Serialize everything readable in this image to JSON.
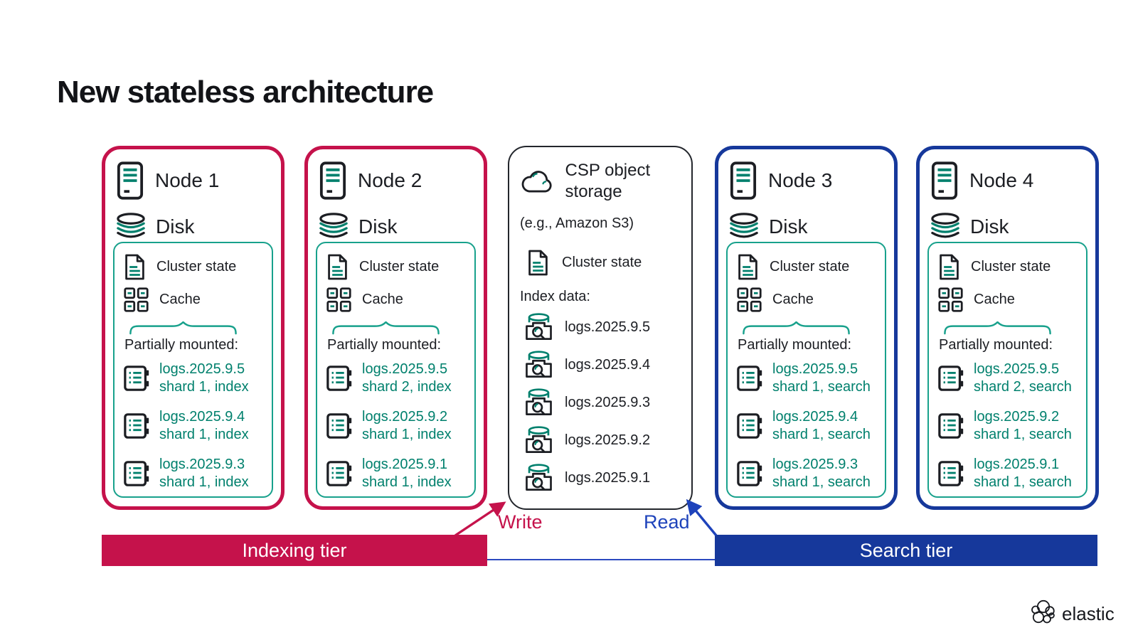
{
  "title": "New stateless architecture",
  "colors": {
    "indexing_red": "#c5124b",
    "search_navy": "#16389b",
    "teal_text": "#00806d",
    "teal_stroke": "#18a18c",
    "blue_accent": "#1e43bb",
    "ink": "#1c1e23"
  },
  "nodes": [
    {
      "label": "Node 1",
      "tier": "indexing",
      "disk_label": "Disk",
      "cluster_state_label": "Cluster state",
      "cache_label": "Cache",
      "partially_mounted_label": "Partially mounted:",
      "shards": [
        {
          "index": "logs.2025.9.5",
          "detail": "shard 1, index"
        },
        {
          "index": "logs.2025.9.4",
          "detail": "shard 1, index"
        },
        {
          "index": "logs.2025.9.3",
          "detail": "shard 1, index"
        }
      ]
    },
    {
      "label": "Node 2",
      "tier": "indexing",
      "disk_label": "Disk",
      "cluster_state_label": "Cluster state",
      "cache_label": "Cache",
      "partially_mounted_label": "Partially mounted:",
      "shards": [
        {
          "index": "logs.2025.9.5",
          "detail": "shard 2, index"
        },
        {
          "index": "logs.2025.9.2",
          "detail": "shard 1, index"
        },
        {
          "index": "logs.2025.9.1",
          "detail": "shard 1, index"
        }
      ]
    },
    {
      "label": "Node 3",
      "tier": "search",
      "disk_label": "Disk",
      "cluster_state_label": "Cluster state",
      "cache_label": "Cache",
      "partially_mounted_label": "Partially mounted:",
      "shards": [
        {
          "index": "logs.2025.9.5",
          "detail": "shard 1, search"
        },
        {
          "index": "logs.2025.9.4",
          "detail": "shard 1, search"
        },
        {
          "index": "logs.2025.9.3",
          "detail": "shard 1, search"
        }
      ]
    },
    {
      "label": "Node 4",
      "tier": "search",
      "disk_label": "Disk",
      "cluster_state_label": "Cluster state",
      "cache_label": "Cache",
      "partially_mounted_label": "Partially mounted:",
      "shards": [
        {
          "index": "logs.2025.9.5",
          "detail": "shard 2, search"
        },
        {
          "index": "logs.2025.9.2",
          "detail": "shard 1, search"
        },
        {
          "index": "logs.2025.9.1",
          "detail": "shard 1, search"
        }
      ]
    }
  ],
  "storage": {
    "title": "CSP object storage",
    "subtitle": "(e.g., Amazon S3)",
    "cluster_state_label": "Cluster state",
    "index_data_label": "Index data:",
    "indices": [
      "logs.2025.9.5",
      "logs.2025.9.4",
      "logs.2025.9.3",
      "logs.2025.9.2",
      "logs.2025.9.1"
    ]
  },
  "tiers": {
    "indexing": "Indexing tier",
    "search": "Search tier"
  },
  "arrows": {
    "write": "Write",
    "read": "Read"
  },
  "logo_text": "elastic"
}
